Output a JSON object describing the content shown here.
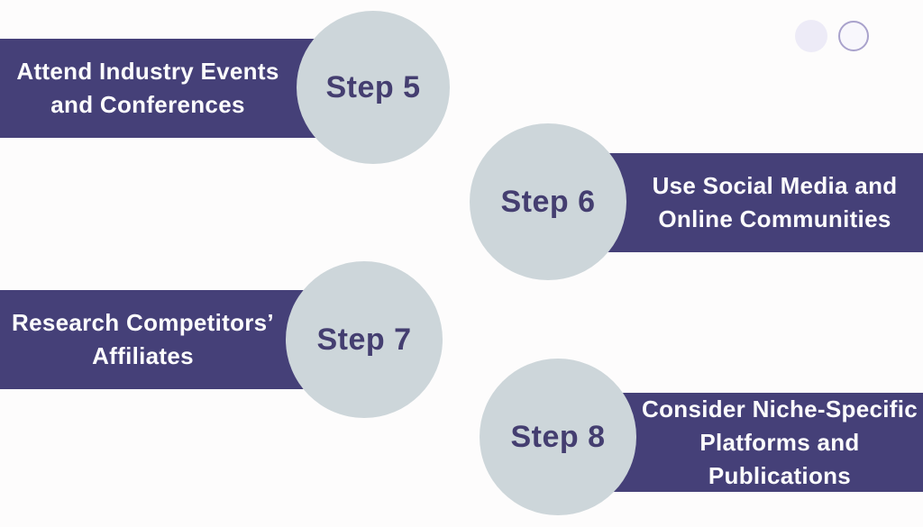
{
  "colors": {
    "page_bg": "#fdfcfc",
    "banner_bg": "#454078",
    "banner_text": "#fcfcfd",
    "circle_bg": "#cdd6da",
    "step_text": "#443e70",
    "dot_filled_bg": "#edebf7",
    "dot_outlined_bg": "#f8f7fc",
    "dot_outline_border": "#a9a2cc"
  },
  "steps": [
    {
      "label": "Step 5",
      "title": "Attend Industry Events and Conferences",
      "lines": [
        "Attend Industry Events",
        "and Conferences"
      ],
      "side": "left"
    },
    {
      "label": "Step 6",
      "title": "Use Social Media and Online Communities",
      "lines": [
        "Use Social Media and",
        "Online Communities"
      ],
      "side": "right"
    },
    {
      "label": "Step 7",
      "title": "Research Competitors’ Affiliates",
      "lines": [
        "Research Competitors’",
        "Affiliates"
      ],
      "side": "left"
    },
    {
      "label": "Step 8",
      "title": "Consider Niche-Specific Platforms and Publications",
      "lines": [
        "Consider Niche-Specific",
        "Platforms and",
        "Publications"
      ],
      "side": "right"
    }
  ],
  "decor": {
    "dot_filled": "filled-dot",
    "dot_outlined": "outlined-dot"
  }
}
